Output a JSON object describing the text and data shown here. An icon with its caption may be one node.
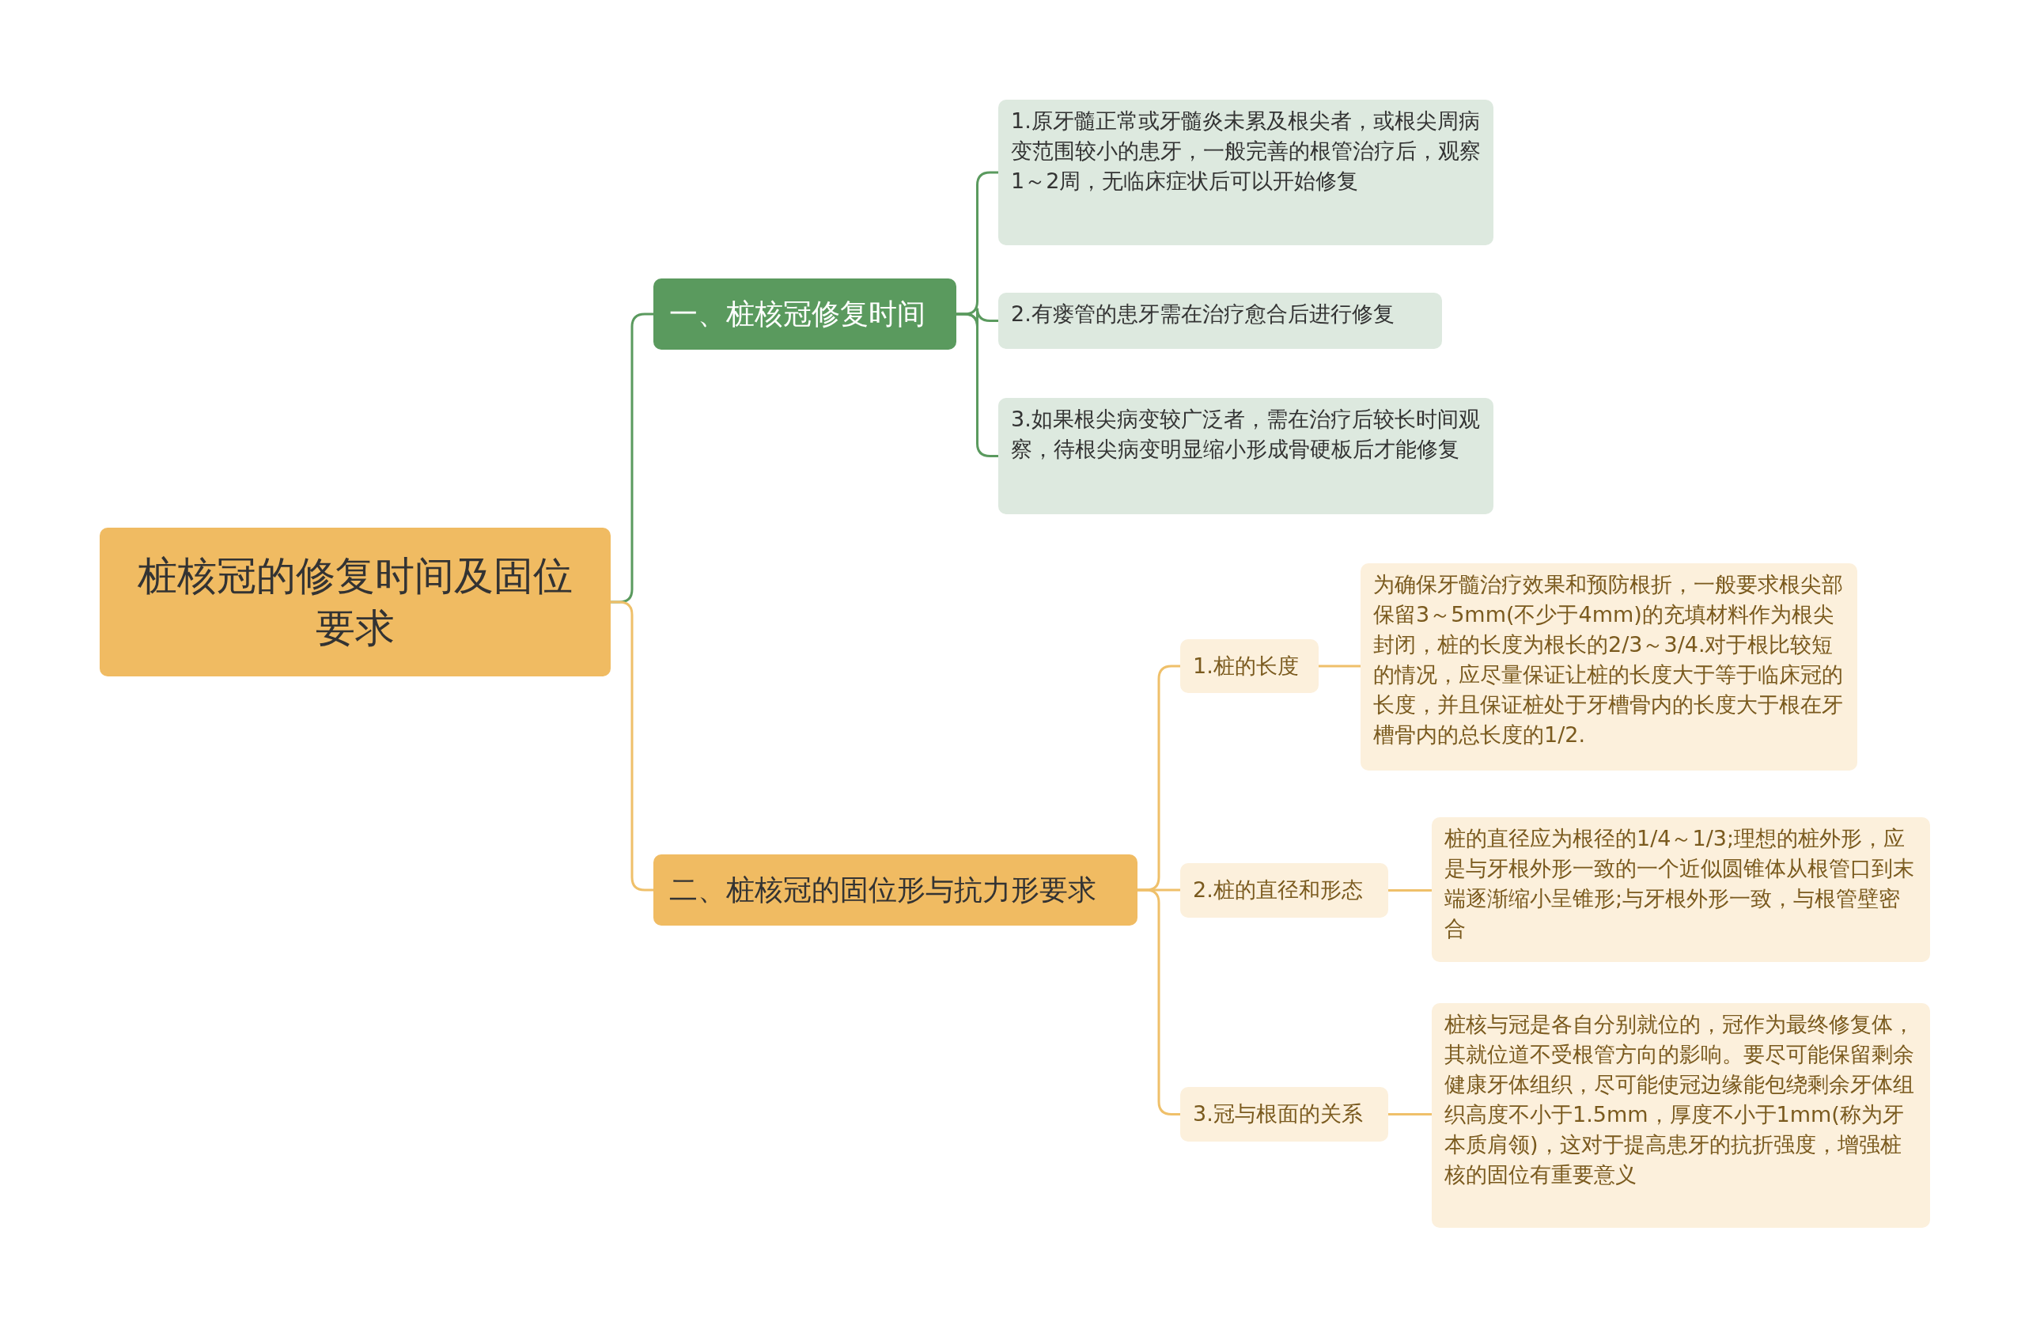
{
  "diagram": {
    "nodes": [
      {
        "text": [
          "桩核冠的修复时间及固位要求"
        ]
      },
      {
        "text": [
          "一、桩核冠修复时间"
        ]
      },
      {
        "text": [
          "1.原牙髓正常或牙髓炎未累及根尖者，或根尖周病变范围较小的患牙，一般完善的根管治疗后，观察1～2周，无临床症状后可以开始修复"
        ]
      },
      {
        "text": [
          "2.有瘘管的患牙需在治疗愈合后进行修复"
        ]
      },
      {
        "text": [
          "3.如果根尖病变较广泛者，需在治疗后较长时间观察，待根尖病变明显缩小形成骨硬板后才能修复"
        ]
      },
      {
        "text": [
          "二、桩核冠的固位形与抗力形要求"
        ]
      },
      {
        "text": [
          "1.桩的长度"
        ]
      },
      {
        "text": [
          "为确保牙髓治疗效果和预防根折，一般要求根尖部保留3～5mm(不少于4mm)的充填材料作为根尖封闭，桩的长度为根长的2/3～3/4.对于根比较短的情况，应尽量保证让桩的长度大于等于临床冠的长度，并且保证桩处于牙槽骨内的长度大于根在牙槽骨内的总长度的1/2."
        ]
      },
      {
        "text": [
          "2.桩的直径和形态"
        ]
      },
      {
        "text": [
          "桩的直径应为根径的1/4～1/3;理想的桩外形，应是与牙根外形一致的一个近似圆锥体从根管口到末端逐渐缩小呈锥形;与牙根外形一致，与根管壁密合"
        ]
      },
      {
        "text": [
          "3.冠与根面的关系"
        ]
      },
      {
        "text": [
          "桩核与冠是各自分别就位的，冠作为最终修复体，其就位道不受根管方向的影响。要尽可能保留剩余健康牙体组织，尽可能使冠边缘能包绕剩余牙体组织高度不小于1.5mm，厚度不小于1mm(称为牙本质肩领)，这对于提高患牙的抗折强度，增强桩核的固位有重要意义"
        ]
      }
    ],
    "edges": [
      {
        "from": 0,
        "to": 1,
        "arrow": "none",
        "color": "#5a9a5e"
      },
      {
        "from": 0,
        "to": 5,
        "arrow": "none"
      },
      {
        "from": 1,
        "to": 2,
        "arrow": "none",
        "color": "#5a9a5e"
      },
      {
        "from": 1,
        "to": 3,
        "arrow": "none",
        "color": "#5a9a5e"
      },
      {
        "from": 1,
        "to": 4,
        "arrow": "none",
        "color": "#5a9a5e"
      },
      {
        "from": 5,
        "to": 6,
        "arrow": "none"
      },
      {
        "from": 5,
        "to": 8,
        "arrow": "none"
      },
      {
        "from": 5,
        "to": 10,
        "arrow": "none"
      },
      {
        "from": 6,
        "to": 7,
        "arrow": "none"
      },
      {
        "from": 8,
        "to": 9,
        "arrow": "none"
      },
      {
        "from": 10,
        "to": 11,
        "arrow": "none"
      }
    ]
  }
}
